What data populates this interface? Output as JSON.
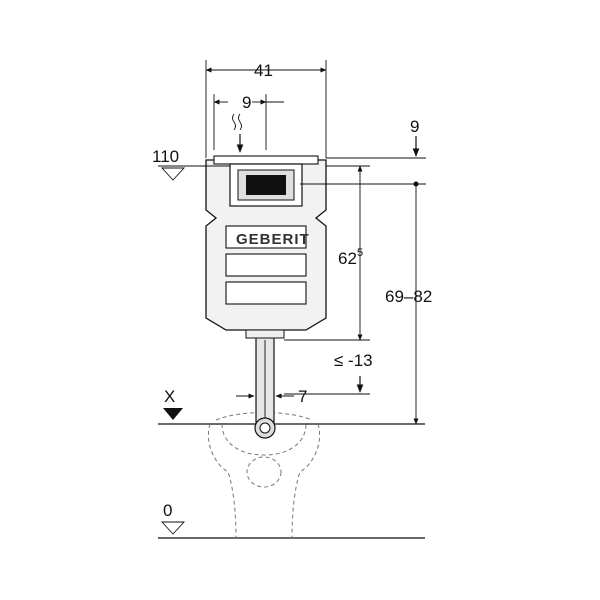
{
  "brand": "GEBERIT",
  "dimensions": {
    "width_total": "41",
    "flush_offset": "9",
    "top_offset": "9",
    "pipe_label": "110",
    "height_main": "62",
    "height_main_sup": "5",
    "height_range": "69–82",
    "drop": "≤ -13",
    "pipe_offset": "7",
    "ref_x": "X",
    "floor": "0"
  },
  "colors": {
    "line": "#111111",
    "fill_light": "#f2f2f2",
    "dashed": "#777777"
  }
}
